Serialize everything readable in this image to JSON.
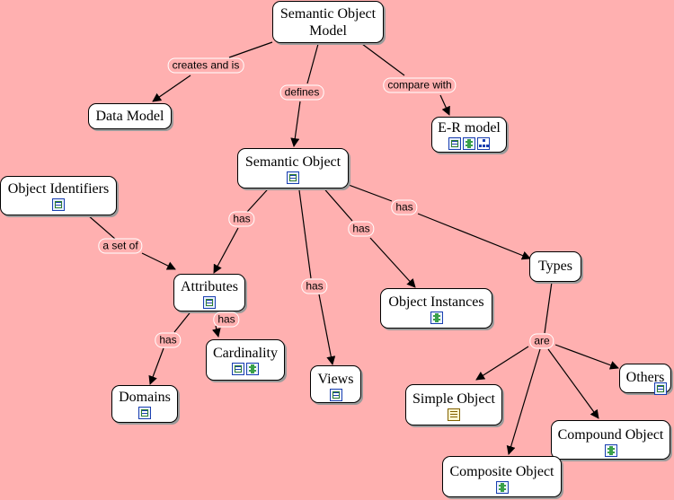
{
  "nodes": {
    "som": {
      "label": "Semantic Object\nModel",
      "icons": []
    },
    "data_model": {
      "label": "Data Model",
      "icons": []
    },
    "er_model": {
      "label": "E-R model",
      "icons": [
        "doc-icon",
        "film-icon",
        "tree-icon"
      ]
    },
    "semantic_object": {
      "label": "Semantic Object",
      "icons": [
        "doc-icon"
      ]
    },
    "object_identifiers": {
      "label": "Object Identifiers",
      "icons": [
        "doc-icon"
      ]
    },
    "attributes": {
      "label": "Attributes",
      "icons": [
        "doc-icon"
      ]
    },
    "cardinality": {
      "label": "Cardinality",
      "icons": [
        "doc-icon",
        "film-icon"
      ]
    },
    "domains": {
      "label": "Domains",
      "icons": [
        "doc-icon"
      ]
    },
    "views": {
      "label": "Views",
      "icons": [
        "doc-icon"
      ]
    },
    "object_instances": {
      "label": "Object Instances",
      "icons": [
        "film-icon"
      ]
    },
    "types": {
      "label": "Types",
      "icons": []
    },
    "simple_object": {
      "label": "Simple Object",
      "icons": [
        "note-icon"
      ]
    },
    "others": {
      "label": "Others",
      "icons": [
        "doc-icon"
      ]
    },
    "compound_object": {
      "label": "Compound Object",
      "icons": [
        "film-icon"
      ]
    },
    "composite_object": {
      "label": "Composite Object",
      "icons": [
        "film-icon"
      ]
    }
  },
  "edge_labels": {
    "creates": "creates and is",
    "defines": "defines",
    "compare": "compare with",
    "has_attr": "has",
    "has_views": "has",
    "has_inst": "has",
    "has_types": "has",
    "set_of": "a set of",
    "has_card": "has",
    "has_dom": "has",
    "are": "are"
  },
  "colors": {
    "background": "#ffb0b0",
    "node_fill": "#ffffff",
    "line": "#000000"
  }
}
